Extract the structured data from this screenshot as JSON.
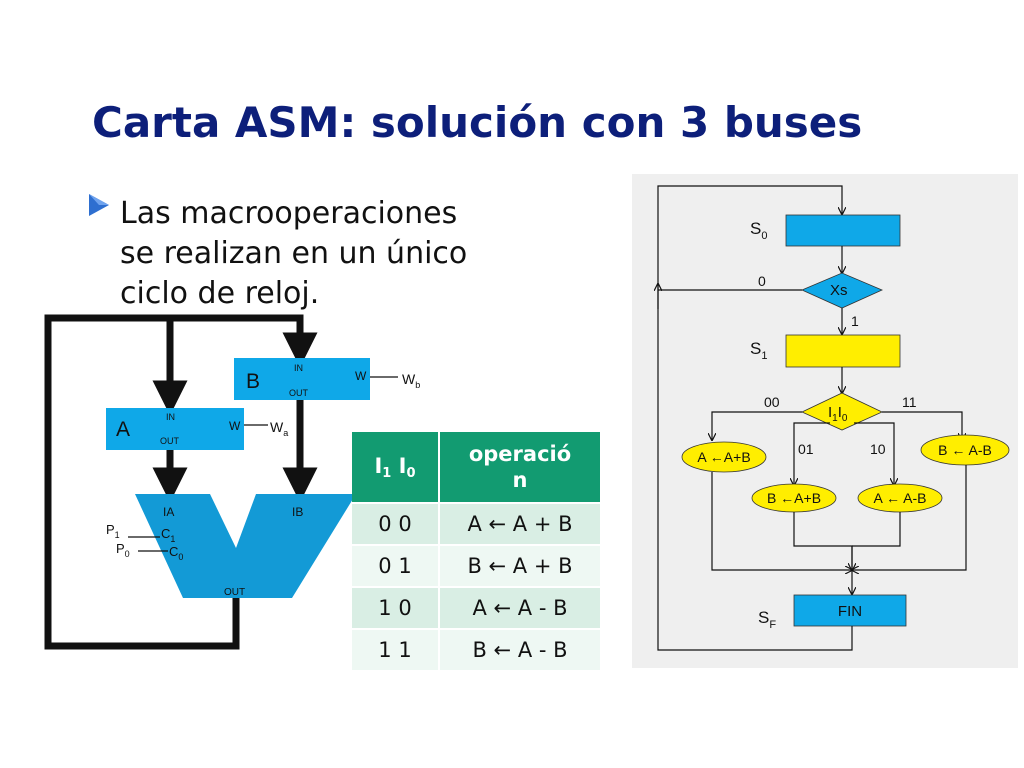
{
  "title": "Carta ASM: solución con 3 buses",
  "bullet": [
    "Las macrooperaciones",
    "se realizan en un único",
    "ciclo de reloj."
  ],
  "datapath": {
    "reg_b": {
      "name": "B",
      "in": "IN",
      "out": "OUT",
      "w": "W",
      "signal": "W",
      "signal_sub": "b"
    },
    "reg_a": {
      "name": "A",
      "in": "IN",
      "out": "OUT",
      "w": "W",
      "signal": "W",
      "signal_sub": "a"
    },
    "alu": {
      "ia": "IA",
      "ib": "IB",
      "out": "OUT",
      "c1": "C",
      "c1_sub": "1",
      "c0": "C",
      "c0_sub": "0",
      "p1": "P",
      "p1_sub": "1",
      "p0": "P",
      "p0_sub": "0"
    },
    "colors": {
      "alu": "#139ad6",
      "register": "#0fa8e8",
      "wire": "#111111"
    }
  },
  "table": {
    "header": {
      "c1": "I",
      "c1_sub1": "1",
      "c1_mid": " I",
      "c1_sub2": "0",
      "c2": "operació\nn"
    },
    "rows": [
      {
        "code": "0 0",
        "op": "A ← A + B"
      },
      {
        "code": "0 1",
        "op": "B ← A + B"
      },
      {
        "code": "1 0",
        "op": "A ← A - B"
      },
      {
        "code": "1 1",
        "op": "B ← A - B"
      }
    ],
    "colors": {
      "header": "#129b71",
      "row_a": "#d9eee4",
      "row_b": "#eef8f3"
    }
  },
  "asm": {
    "s0": {
      "label": "S",
      "sub": "0"
    },
    "s1": {
      "label": "S",
      "sub": "1"
    },
    "sf": {
      "label": "S",
      "sub": "F"
    },
    "decision_xs": "Xs",
    "xs_zero": "0",
    "xs_one": "1",
    "decision_i": {
      "a": "I",
      "a_sub": "1",
      "b": "I",
      "b_sub": "0"
    },
    "branch_labels": {
      "b00": "00",
      "b01": "01",
      "b10": "10",
      "b11": "11"
    },
    "ops": {
      "o00": "A ←A+B",
      "o01": "B ←A+B",
      "o10": "A ← A-B",
      "o11": "B ← A-B"
    },
    "fin": "FIN",
    "colors": {
      "background": "#efefef",
      "s0_box": "#0fa8e8",
      "s1_box": "#ffee00",
      "decision": "#0fa8e8",
      "ops": "#ffee00",
      "fin": "#0fa8e8"
    }
  }
}
